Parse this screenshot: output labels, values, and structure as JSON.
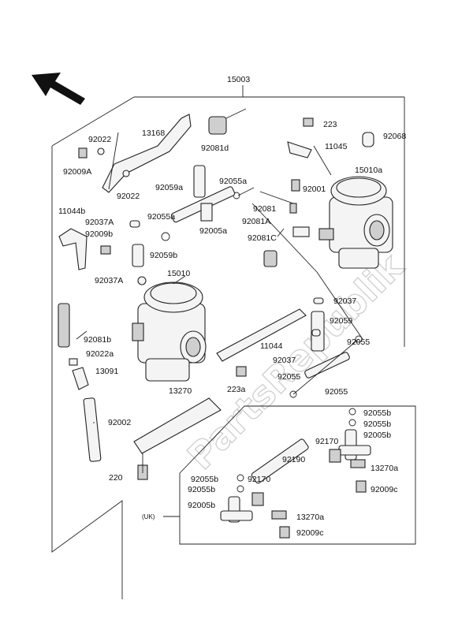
{
  "watermark": "PartsRepublik",
  "labels": {
    "l15003": "15003",
    "l13168": "13168",
    "l92022_top": "92022",
    "l92009A": "92009A",
    "l92022_mid": "92022",
    "l92081d": "92081d",
    "l223": "223",
    "l11045": "11045",
    "l92068": "92068",
    "l15010a": "15010a",
    "l92001": "92001",
    "l92059a": "92059a",
    "l92055a_top": "92055a",
    "l11044b": "11044b",
    "l92037A_top": "92037A",
    "l92009b": "92009b",
    "l92055a_left": "92055a",
    "l92005a": "92005a",
    "l92081": "92081",
    "l92081A": "92081A",
    "l92081C": "92081C",
    "l92059b": "92059b",
    "l92037A_mid": "92037A",
    "l15010": "15010",
    "l92037": "92037",
    "l92059": "92059",
    "l92081b": "92081b",
    "l92022a": "92022a",
    "l13091": "13091",
    "l11044": "11044",
    "l92055_right": "92055",
    "l92037_mid": "92037",
    "l92055_mid": "92055",
    "l92055_bot": "92055",
    "l223a": "223a",
    "l13270": "13270",
    "l92002": "92002",
    "l220": "220",
    "l92055b_1": "92055b",
    "l92055b_2": "92055b",
    "l92170_r": "92170",
    "l92005b_r": "92005b",
    "l92190": "92190",
    "l13270a_r": "13270a",
    "l92055b_3": "92055b",
    "l92170_l": "92170",
    "l92009c_r": "92009c",
    "l92055b_4": "92055b",
    "l92005b_l": "92005b",
    "l13270a_l": "13270a",
    "l92009c_l": "92009c",
    "uk": "(UK)"
  }
}
